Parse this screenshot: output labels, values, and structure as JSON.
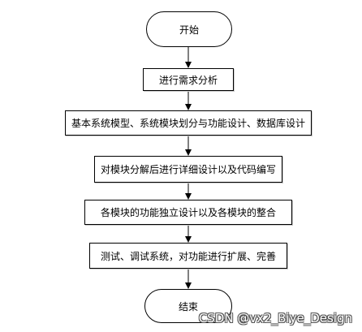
{
  "flow": {
    "start_label": "开始",
    "steps": [
      "进行需求分析",
      "基本系统模型、系统模块划分与功能设计、数据库设计",
      "对模块分解后进行详细设计以及代码编写",
      "各模块的功能独立设计以及各模块的整合",
      "测试、调试系统，对功能进行扩展、完善"
    ],
    "end_label": "结束"
  },
  "watermark": "CSDN @vx2_Biye_Design"
}
